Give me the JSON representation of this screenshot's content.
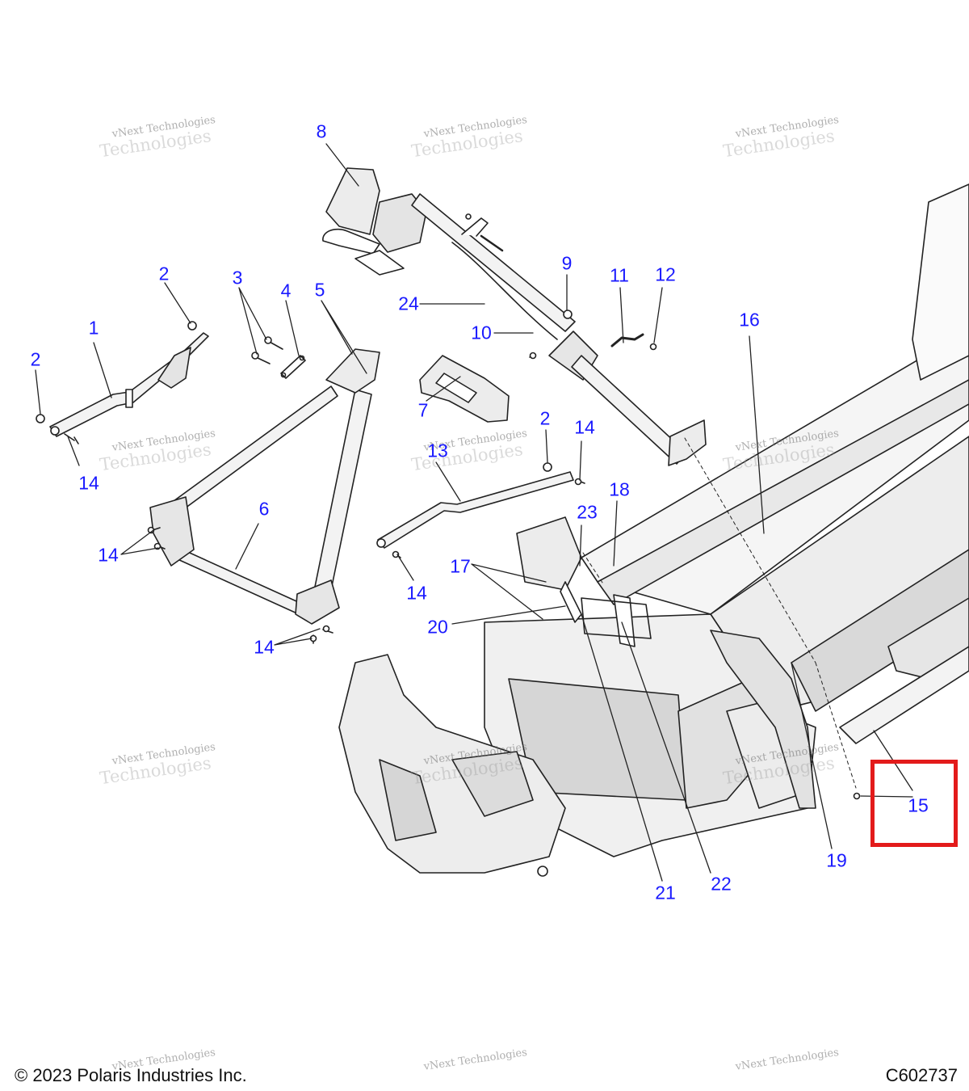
{
  "watermark": {
    "line1": "vNext Technologies",
    "line2": "Technologies"
  },
  "callouts": [
    {
      "id": "1",
      "label": "1"
    },
    {
      "id": "2a",
      "label": "2"
    },
    {
      "id": "2b",
      "label": "2"
    },
    {
      "id": "2c",
      "label": "2"
    },
    {
      "id": "3",
      "label": "3"
    },
    {
      "id": "4",
      "label": "4"
    },
    {
      "id": "5",
      "label": "5"
    },
    {
      "id": "6",
      "label": "6"
    },
    {
      "id": "7",
      "label": "7"
    },
    {
      "id": "8",
      "label": "8"
    },
    {
      "id": "9",
      "label": "9"
    },
    {
      "id": "10",
      "label": "10"
    },
    {
      "id": "11",
      "label": "11"
    },
    {
      "id": "12",
      "label": "12"
    },
    {
      "id": "13",
      "label": "13"
    },
    {
      "id": "14a",
      "label": "14"
    },
    {
      "id": "14b",
      "label": "14"
    },
    {
      "id": "14c",
      "label": "14"
    },
    {
      "id": "14d",
      "label": "14"
    },
    {
      "id": "14e",
      "label": "14"
    },
    {
      "id": "15",
      "label": "15"
    },
    {
      "id": "16",
      "label": "16"
    },
    {
      "id": "17",
      "label": "17"
    },
    {
      "id": "18",
      "label": "18"
    },
    {
      "id": "19",
      "label": "19"
    },
    {
      "id": "20",
      "label": "20"
    },
    {
      "id": "21",
      "label": "21"
    },
    {
      "id": "22",
      "label": "22"
    },
    {
      "id": "23",
      "label": "23"
    },
    {
      "id": "24",
      "label": "24"
    }
  ],
  "footer": {
    "copyright": "© 2023 Polaris Industries Inc.",
    "figure_code": "C602737"
  },
  "highlight": {
    "target_callout": "15",
    "color": "#e31b1b"
  },
  "colors": {
    "callout": "#1a1aff",
    "line_art": "#222222",
    "shade": "#d9d9d9"
  }
}
